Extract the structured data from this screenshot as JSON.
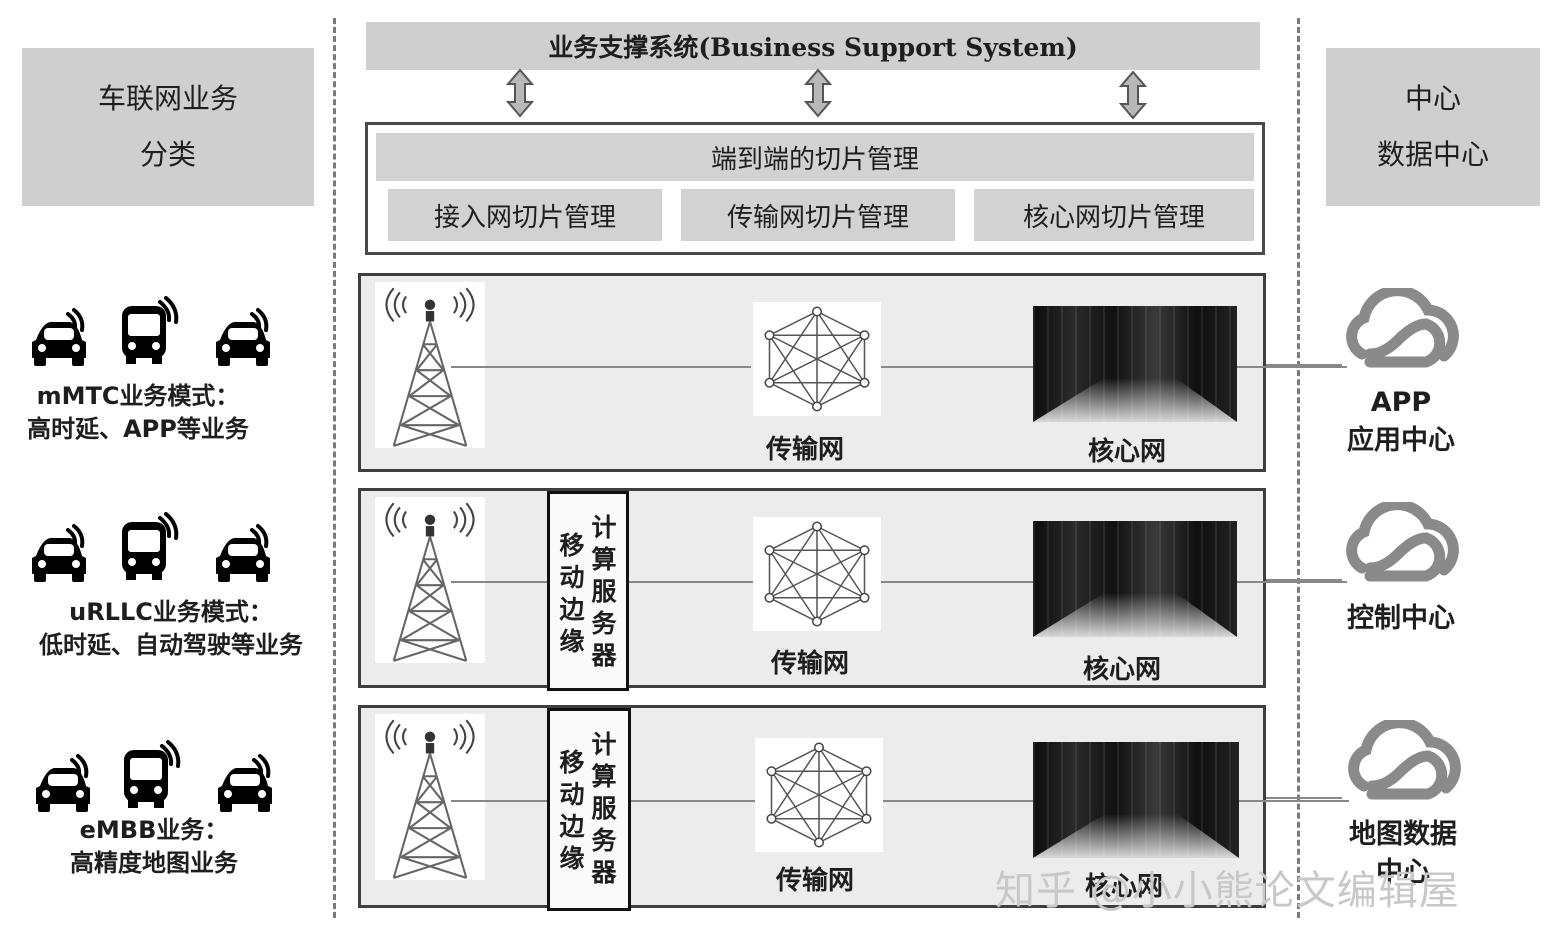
{
  "left_header": {
    "line1": "车联网业务",
    "line2": "分类"
  },
  "right_header": {
    "line1": "中心",
    "line2": "数据中心"
  },
  "bss": {
    "label": "业务支撑系统(Business Support System)"
  },
  "slice_mgmt": {
    "title": "端到端的切片管理",
    "access": "接入网切片管理",
    "transport": "传输网切片管理",
    "core": "核心网切片管理"
  },
  "rows": [
    {
      "transport": "传输网",
      "core": "核心网",
      "mec": null,
      "service_line1": "mMTC业务模式：",
      "service_line2": "高时延、APP等业务",
      "center_line1": "APP",
      "center_line2": "应用中心"
    },
    {
      "transport": "传输网",
      "core": "核心网",
      "mec": {
        "col1": "移动边缘",
        "col2": "计算服务器"
      },
      "service_line1": "uRLLC业务模式：",
      "service_line2": "低时延、自动驾驶等业务",
      "center_line1": "控制中心",
      "center_line2": ""
    },
    {
      "transport": "传输网",
      "core": "核心网",
      "mec": {
        "col1": "移动边缘",
        "col2": "计算服务器"
      },
      "service_line1": "eMBB业务：",
      "service_line2": "高精度地图业务",
      "center_line1": "地图数据",
      "center_line2": "中心"
    }
  ],
  "watermark": "知乎 @小小熊论文编辑屋",
  "icons": [
    "car-icon",
    "bus-icon",
    "tower-icon",
    "mesh-network-icon",
    "server-room-image",
    "cloud-icon",
    "bidirectional-arrow-icon"
  ]
}
